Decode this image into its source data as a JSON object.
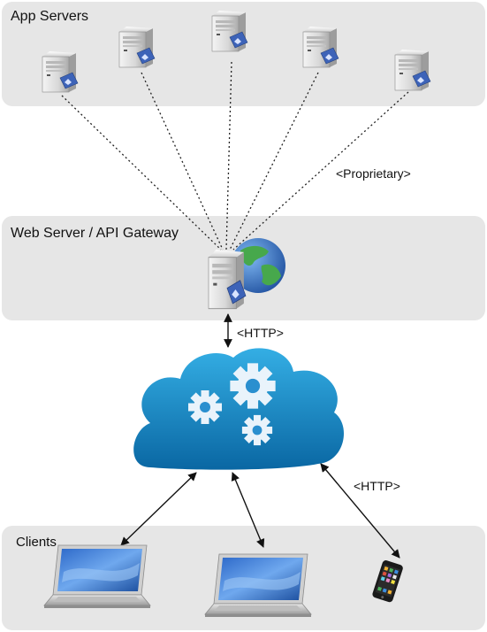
{
  "tiers": {
    "app_servers": {
      "title": "App Servers"
    },
    "gateway": {
      "title": "Web Server / API Gateway"
    },
    "clients": {
      "title": "Clients"
    }
  },
  "connections": {
    "proprietary_label": "<Proprietary>",
    "http_gateway_label": "<HTTP>",
    "http_clients_label": "<HTTP>"
  },
  "colors": {
    "panel": "#e6e6e6",
    "cloud_top": "#2aa3dc",
    "cloud_bottom": "#0b6ea8",
    "globe_land": "#3fa24a",
    "globe_sea": "#2f6fc0"
  },
  "icons": {
    "server": "app-server-icon",
    "gateway": "web-server-globe-icon",
    "cloud": "cloud-gears-icon",
    "laptop": "laptop-icon",
    "phone": "smartphone-icon"
  }
}
